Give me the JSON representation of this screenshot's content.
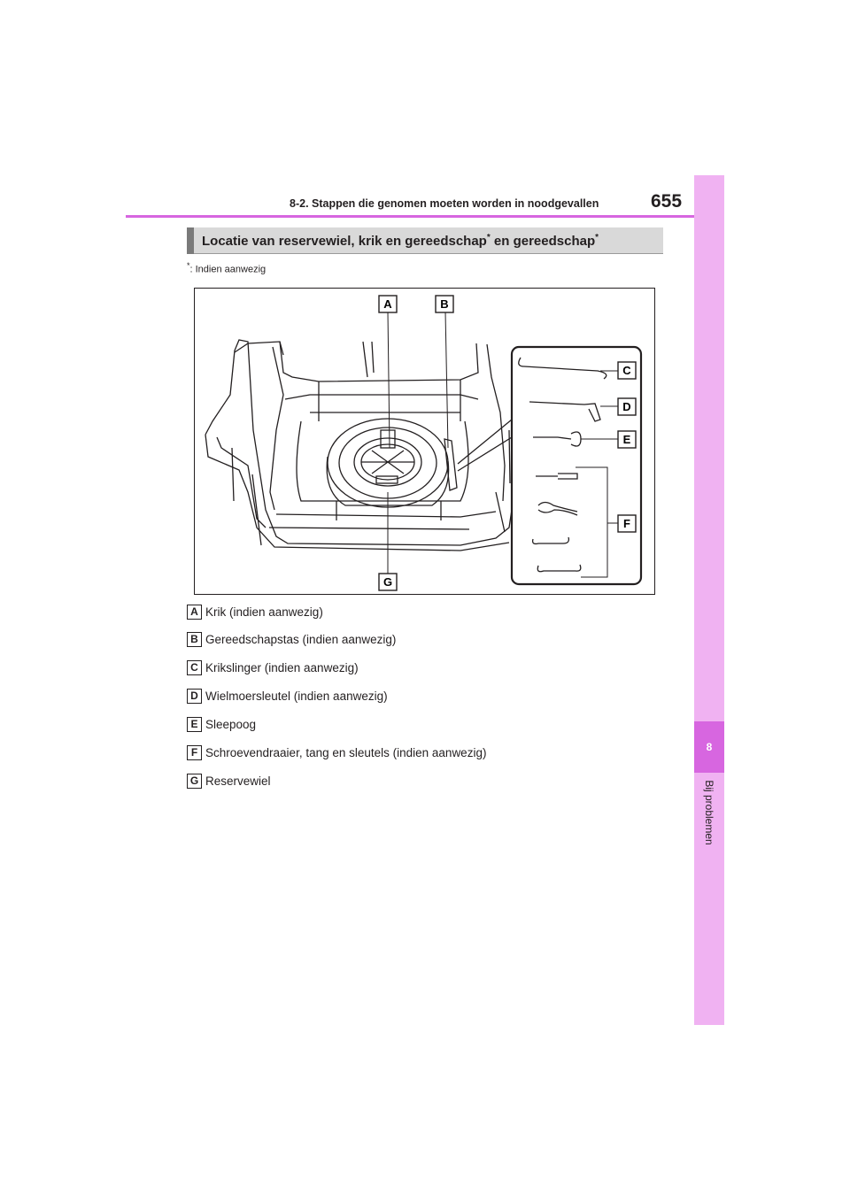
{
  "header": {
    "section": "8-2. Stappen die genomen moeten worden in noodgevallen",
    "page_number": "655"
  },
  "side_tab": {
    "chapter": "8",
    "label": "Bij problemen"
  },
  "heading": {
    "part1": "Locatie van reservewiel, krik en gereedschap",
    "star1": "*",
    "part2": " en gereedschap",
    "star2": "*"
  },
  "footnote": {
    "star": "*",
    "text": ": Indien aanwezig"
  },
  "figure": {
    "callouts": [
      "A",
      "B",
      "C",
      "D",
      "E",
      "F",
      "G"
    ]
  },
  "legend": [
    {
      "letter": "A",
      "text": "Krik (indien aanwezig)"
    },
    {
      "letter": "B",
      "text": "Gereedschapstas (indien aanwezig)"
    },
    {
      "letter": "C",
      "text": "Krikslinger (indien aanwezig)"
    },
    {
      "letter": "D",
      "text": "Wielmoersleutel (indien aanwezig)"
    },
    {
      "letter": "E",
      "text": "Sleepoog"
    },
    {
      "letter": "F",
      "text": "Schroevendraaier, tang en sleutels (indien aanwezig)"
    },
    {
      "letter": "G",
      "text": "Reservewiel"
    }
  ]
}
